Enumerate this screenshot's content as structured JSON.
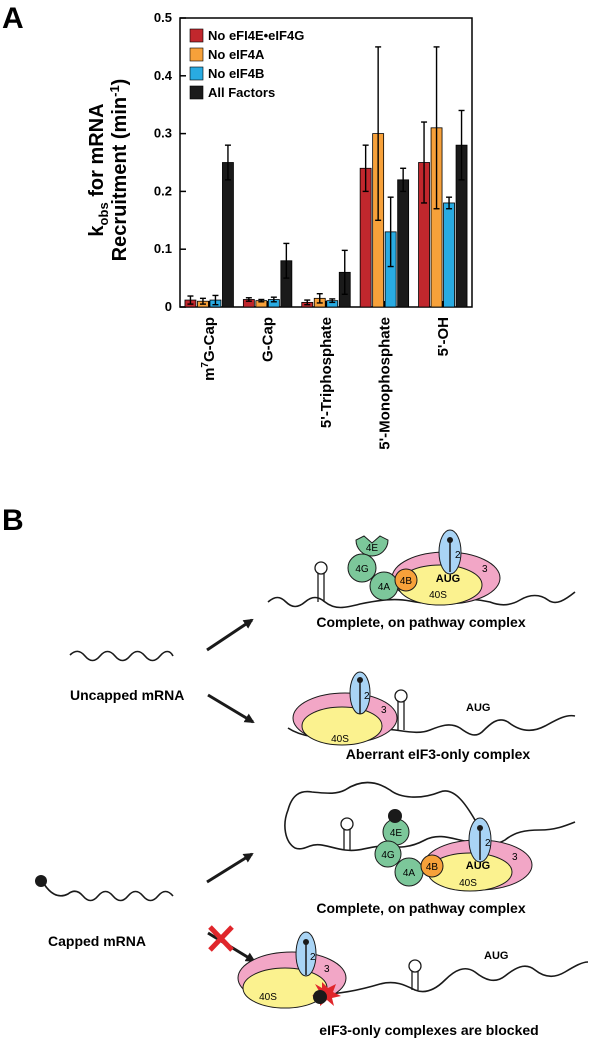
{
  "panel_a_label": "A",
  "panel_b_label": "B",
  "colors": {
    "no_eif4e_eif4g": "#c1272d",
    "no_eif4a": "#f7a13a",
    "no_eif4b": "#29abe2",
    "all_factors": "#1a1a1a",
    "eif4_green": "#7cc79a",
    "eif4b_orange": "#f7a13a",
    "eif2_blue": "#a9d4f5",
    "eif3_pink": "#f2a6c6",
    "ribosome_yellow": "#fbf28f",
    "cross_red": "#e0262b"
  },
  "chart_data": {
    "type": "bar",
    "ylabel_line1": "k",
    "ylabel_sub": "obs",
    "ylabel_line1_rest": " for mRNA",
    "ylabel_line2": "Recruitment (min",
    "ylabel_sup": "-1",
    "ylabel_close": ")",
    "ylim": [
      0,
      0.5
    ],
    "yticks": [
      "0",
      "0.1",
      "0.2",
      "0.3",
      "0.4",
      "0.5"
    ],
    "categories": [
      {
        "pre": "m",
        "sup": "7",
        "post": "G-Cap"
      },
      {
        "pre": "G-Cap",
        "sup": "",
        "post": ""
      },
      {
        "pre": "5'-Triphosphate",
        "sup": "",
        "post": ""
      },
      {
        "pre": "5'-Monophosphate",
        "sup": "",
        "post": ""
      },
      {
        "pre": "5'-OH",
        "sup": "",
        "post": ""
      }
    ],
    "series": [
      {
        "name": "No eFI4E•eIF4G",
        "values": [
          0.012,
          0.013,
          0.008,
          0.24,
          0.25
        ],
        "errors": [
          0.007,
          0.003,
          0.004,
          0.04,
          0.07
        ]
      },
      {
        "name": "No eIF4A",
        "values": [
          0.01,
          0.011,
          0.015,
          0.3,
          0.31
        ],
        "errors": [
          0.005,
          0.002,
          0.008,
          0.15,
          0.14
        ]
      },
      {
        "name": "No eIF4B",
        "values": [
          0.012,
          0.013,
          0.011,
          0.13,
          0.18
        ],
        "errors": [
          0.008,
          0.004,
          0.003,
          0.06,
          0.01
        ]
      },
      {
        "name": "All Factors",
        "values": [
          0.25,
          0.08,
          0.06,
          0.22,
          0.28
        ],
        "errors": [
          0.03,
          0.03,
          0.038,
          0.02,
          0.06
        ]
      }
    ],
    "legend_position": "top-left",
    "grid": false
  },
  "diagram": {
    "uncapped_label": "Uncapped mRNA",
    "capped_label": "Capped mRNA",
    "complex1_caption": "Complete, on pathway complex",
    "complex2_caption": "Aberrant eIF3-only complex",
    "complex3_caption": "Complete, on pathway complex",
    "complex4_caption": "eIF3-only complexes are blocked",
    "labels": {
      "e4E": "4E",
      "e4G": "4G",
      "e4A": "4A",
      "e4B": "4B",
      "e2": "2",
      "e3": "3",
      "aug": "AUG",
      "s40": "40S"
    }
  }
}
